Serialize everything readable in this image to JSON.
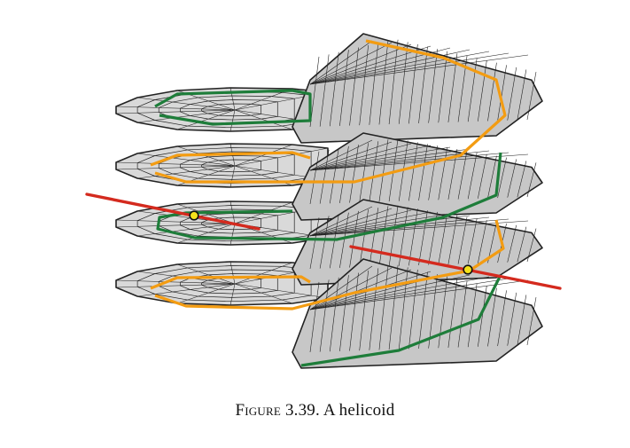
{
  "figure": {
    "label": "Figure",
    "number": "3.39.",
    "title": "A helicoid"
  },
  "colors": {
    "surface_fill": "#c7c7c7",
    "surface_fill_light": "#d9d9d9",
    "mesh": "#222222",
    "orange_curve": "#f39c12",
    "green_curve": "#1e7d3a",
    "red_line": "#d42a1e",
    "point_fill": "#f5e21b"
  },
  "icons": [
    "helicoid-surface-illustration"
  ]
}
